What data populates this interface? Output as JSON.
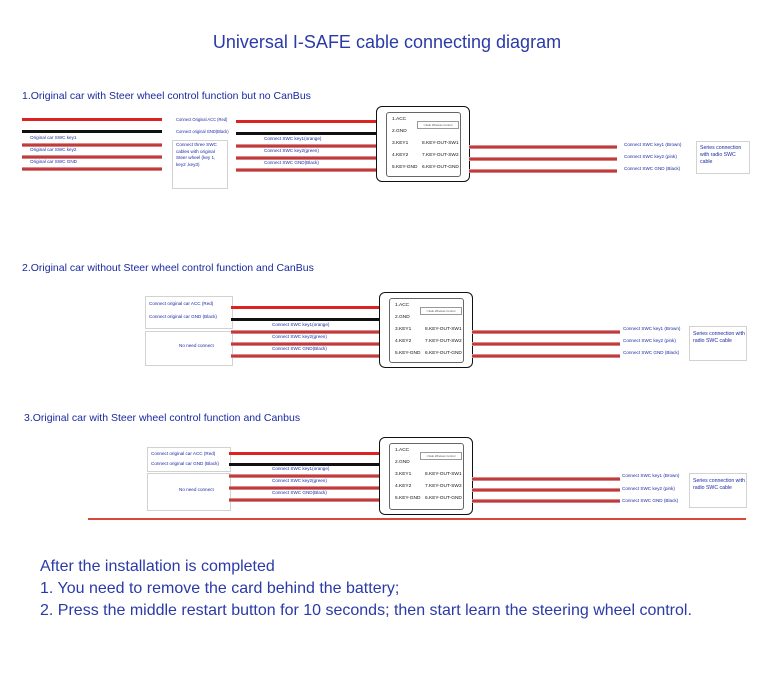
{
  "title": "Universal I-SAFE cable connecting diagram",
  "module": {
    "pins_left": [
      "1.ACC",
      "2.GND",
      "3.KEY1",
      "4.KEY2",
      "5.KEY-GND"
    ],
    "pins_right": [
      "8.KEY-OUT-SW1",
      "7.KEY-OUT-SW2",
      "6.KEY-OUT-GND"
    ],
    "brand": "I-Safe Wireless Control"
  },
  "sections": [
    {
      "title": "1.Original car with Steer wheel control function but no CanBus",
      "power_labels": [
        "Connect Original ACC (Red)",
        "Connect original GND(Black)"
      ],
      "left_labels": [
        "Original car SWC key1",
        "Original car SWC key2",
        "Original car SWC GND"
      ],
      "note": "Connect three SWC cables with original Steer wheel (key 1, key2 ,key3)",
      "swc_labels": [
        "Connect SWC key1(orange)",
        "Connect SWC key2(green)",
        "Connect SWC GND(Black)"
      ],
      "out_labels": [
        "Connect SWC key1 (Brown)",
        "Connect SWC key2 (pink)",
        "Connect SWC GND (Black)"
      ],
      "series": "Series connection with radio SWC cable"
    },
    {
      "title": "2.Original car without  Steer wheel control function and CanBus",
      "power_labels": [
        "Connect original car ACC (Red)",
        "Connect original car GND (Black)"
      ],
      "note": "No need connect",
      "swc_labels": [
        "Connect SWC key1(orange)",
        "Connect SWC key2(green)",
        "Connect SWC GND(Black)"
      ],
      "out_labels": [
        "Connect SWC key1 (Brown)",
        "Connect SWC key2 (pink)",
        "Connect SWC GND (Black)"
      ],
      "series": "Series connection with radio SWC cable"
    },
    {
      "title": "3.Original car with Steer wheel control function and Canbus",
      "power_labels": [
        "Connect original car ACC (Red)",
        "Connect original car GND (Black)"
      ],
      "note": "No need connect",
      "swc_labels": [
        "Connect SWC key1(orange)",
        "Connect SWC key2(green)",
        "Connect SWC GND(Black)"
      ],
      "out_labels": [
        "Connect SWC key1 (Brown)",
        "Connect SWC key2 (pink)",
        "Connect SWC GND (Black)"
      ],
      "series": "Series connection with radio SWC cable"
    }
  ],
  "instructions": [
    "After the installation is completed",
    "1. You need to remove the card behind the battery;",
    "2. Press the middle restart button for 10 seconds; then start learn the steering wheel control."
  ],
  "colors": {
    "text_blue": "#1a2aa0",
    "wire_red": "#c23a3a",
    "separator": "#d9463a"
  }
}
